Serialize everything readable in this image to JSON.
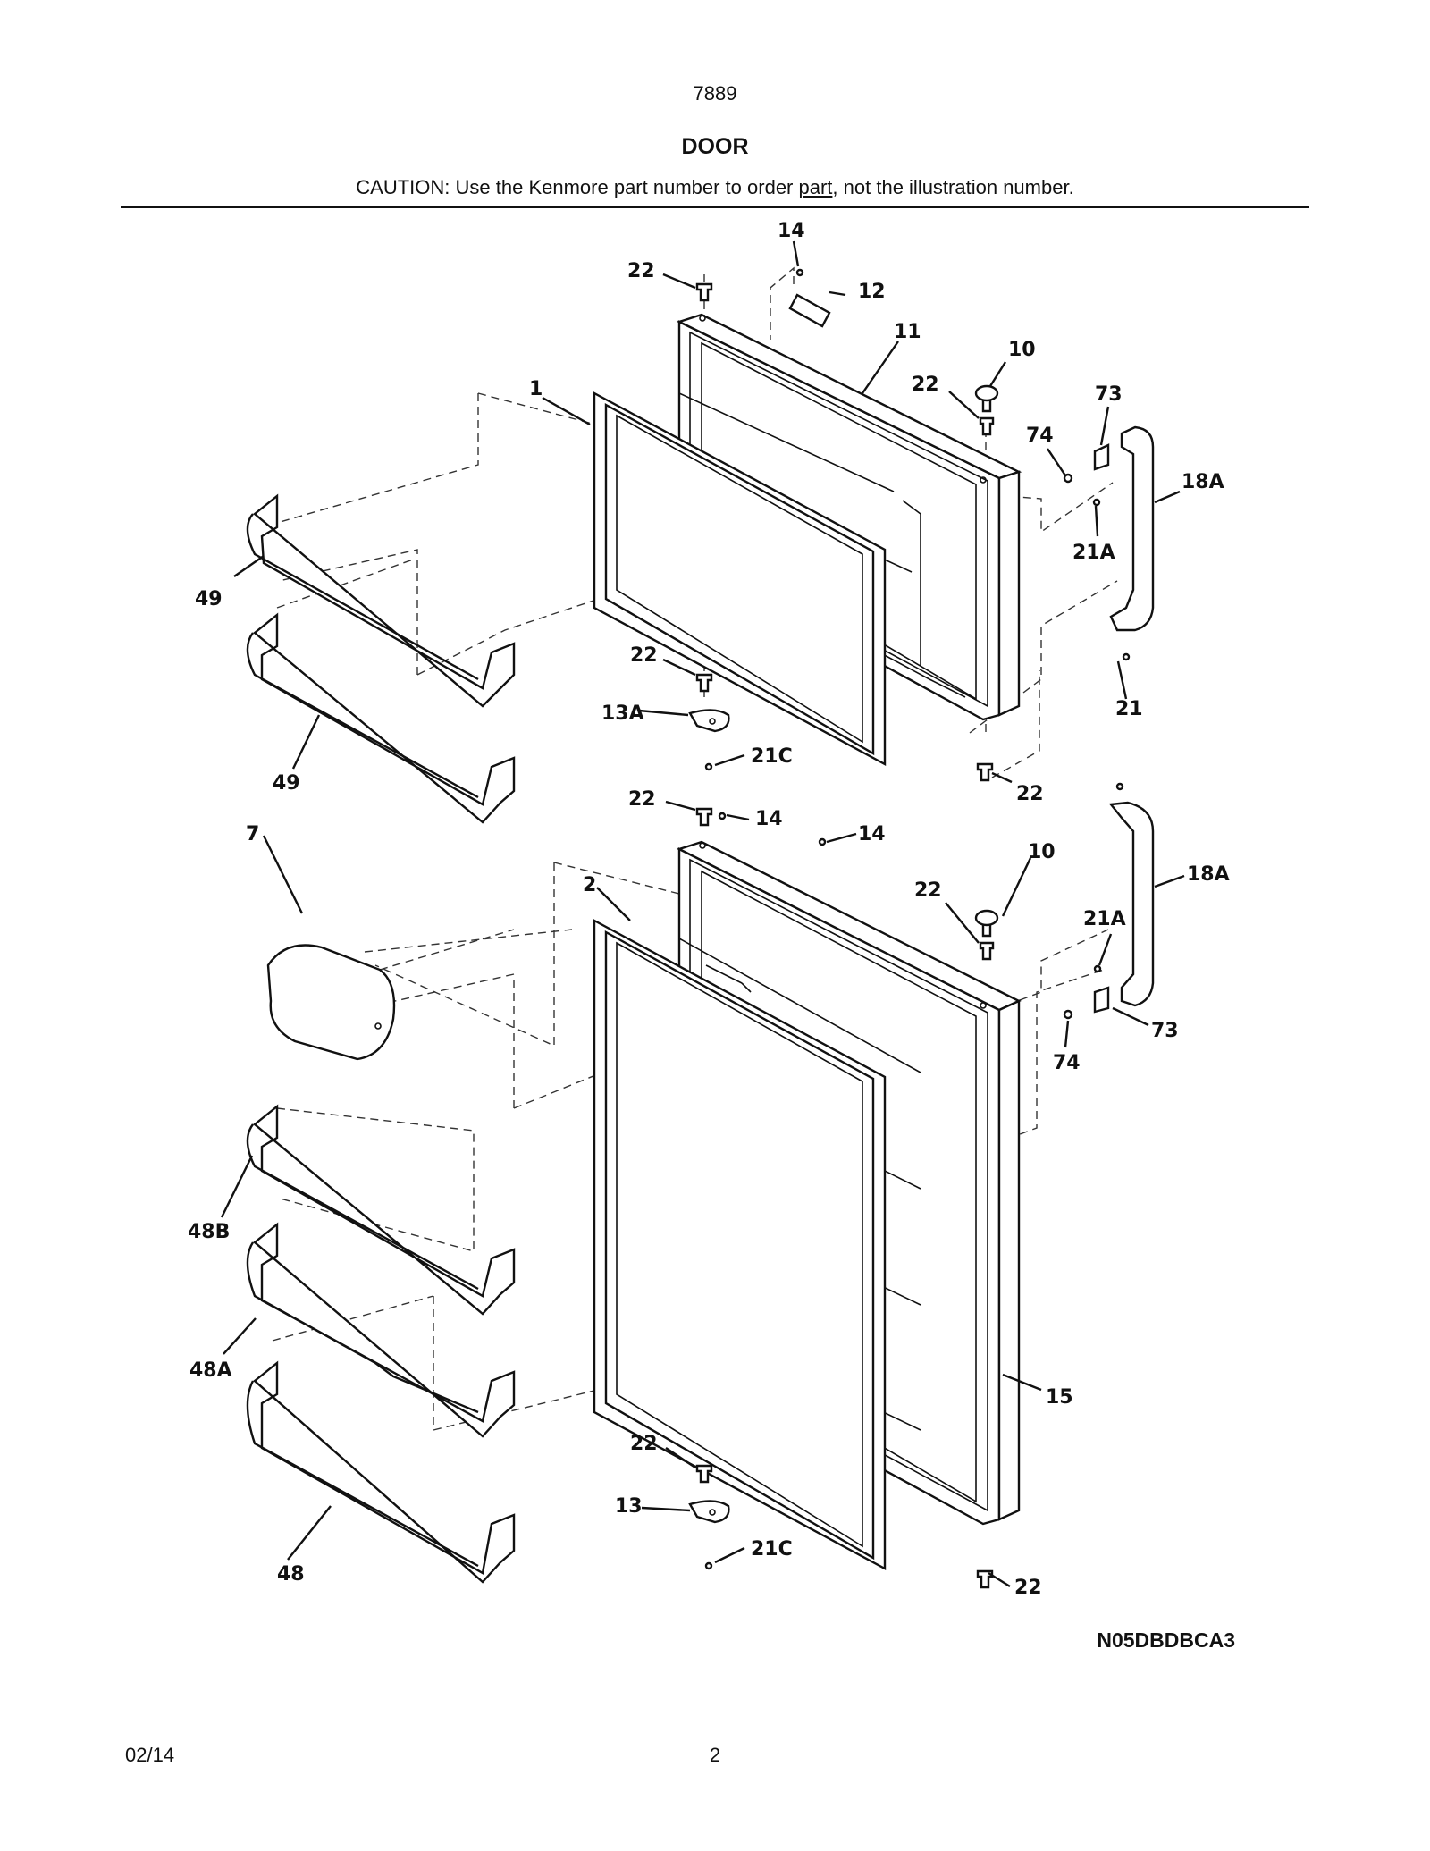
{
  "header": {
    "model": "7889",
    "title": "DOOR",
    "caution_prefix": "CAUTION: Use the Kenmore part number to order ",
    "caution_link": "part",
    "caution_suffix": ", not the illustration number."
  },
  "diagram": {
    "labels": {
      "l_14a": "14",
      "l_22a": "22",
      "l_12": "12",
      "l_11": "11",
      "l_10a": "10",
      "l_22b": "22",
      "l_73a": "73",
      "l_1": "1",
      "l_74a": "74",
      "l_18Aa": "18A",
      "l_21Aa": "21A",
      "l_49a": "49",
      "l_22c": "22",
      "l_21": "21",
      "l_13A": "13A",
      "l_21Ca": "21C",
      "l_49b": "49",
      "l_22d": "22",
      "l_22e": "22",
      "l_14b": "14",
      "l_14c": "14",
      "l_7": "7",
      "l_2": "2",
      "l_10b": "10",
      "l_22f": "22",
      "l_18Ab": "18A",
      "l_21Ab": "21A",
      "l_73b": "73",
      "l_74b": "74",
      "l_48B": "48B",
      "l_48A": "48A",
      "l_15": "15",
      "l_22g": "22",
      "l_13": "13",
      "l_21Cb": "21C",
      "l_48": "48",
      "l_22h": "22"
    },
    "drawing_code": "N05DBDBCA3"
  },
  "footer": {
    "date": "02/14",
    "page": "2"
  }
}
